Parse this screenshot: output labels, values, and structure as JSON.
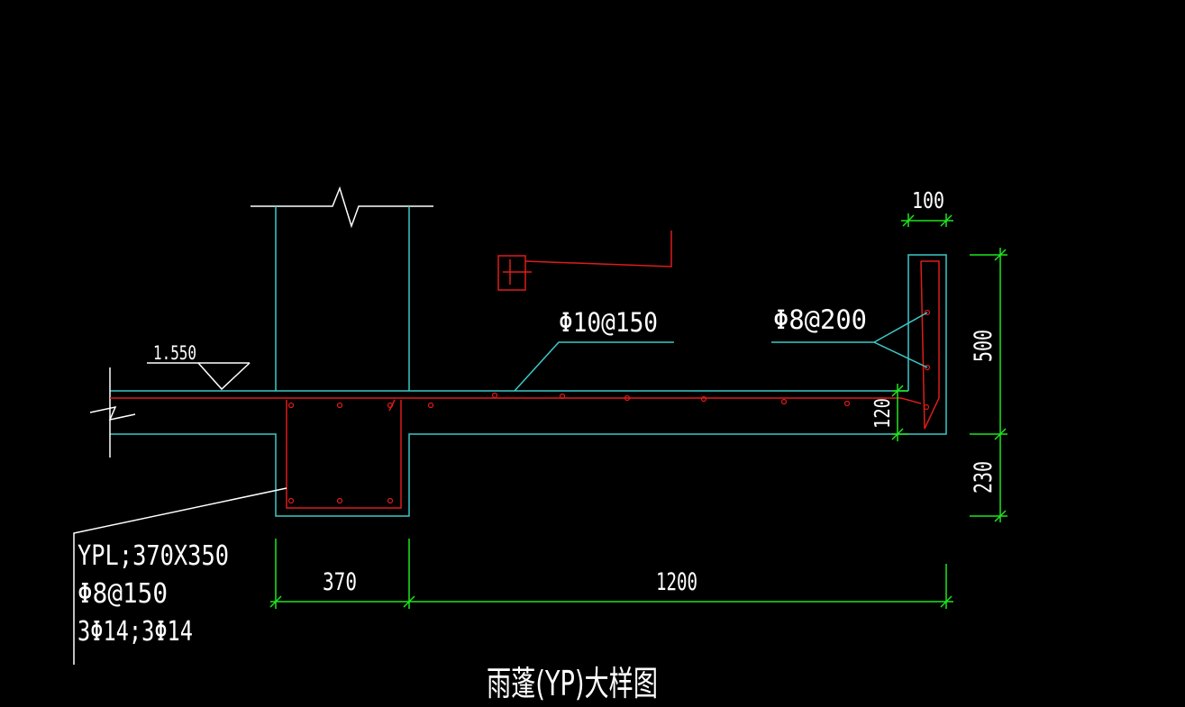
{
  "drawing": {
    "title": "雨蓬(YP)大样图",
    "elevation": "1.550",
    "rebar_top": "Φ10@150",
    "rebar_upturn": "Φ8@200",
    "beam_note": {
      "line1": "YPL;370X350",
      "line2": "Φ8@150",
      "line3": "3Φ14;3Φ14"
    },
    "dimensions": {
      "beam_width": "370",
      "canopy_length": "1200",
      "upturn_thickness": "100",
      "upturn_height": "500",
      "slab_thickness": "120",
      "beam_drop": "230"
    },
    "colors": {
      "background": "#000000",
      "concrete": "#3ec8c8",
      "rebar": "#e01b1b",
      "dimension": "#1ee61e",
      "text": "#ffffff"
    }
  }
}
